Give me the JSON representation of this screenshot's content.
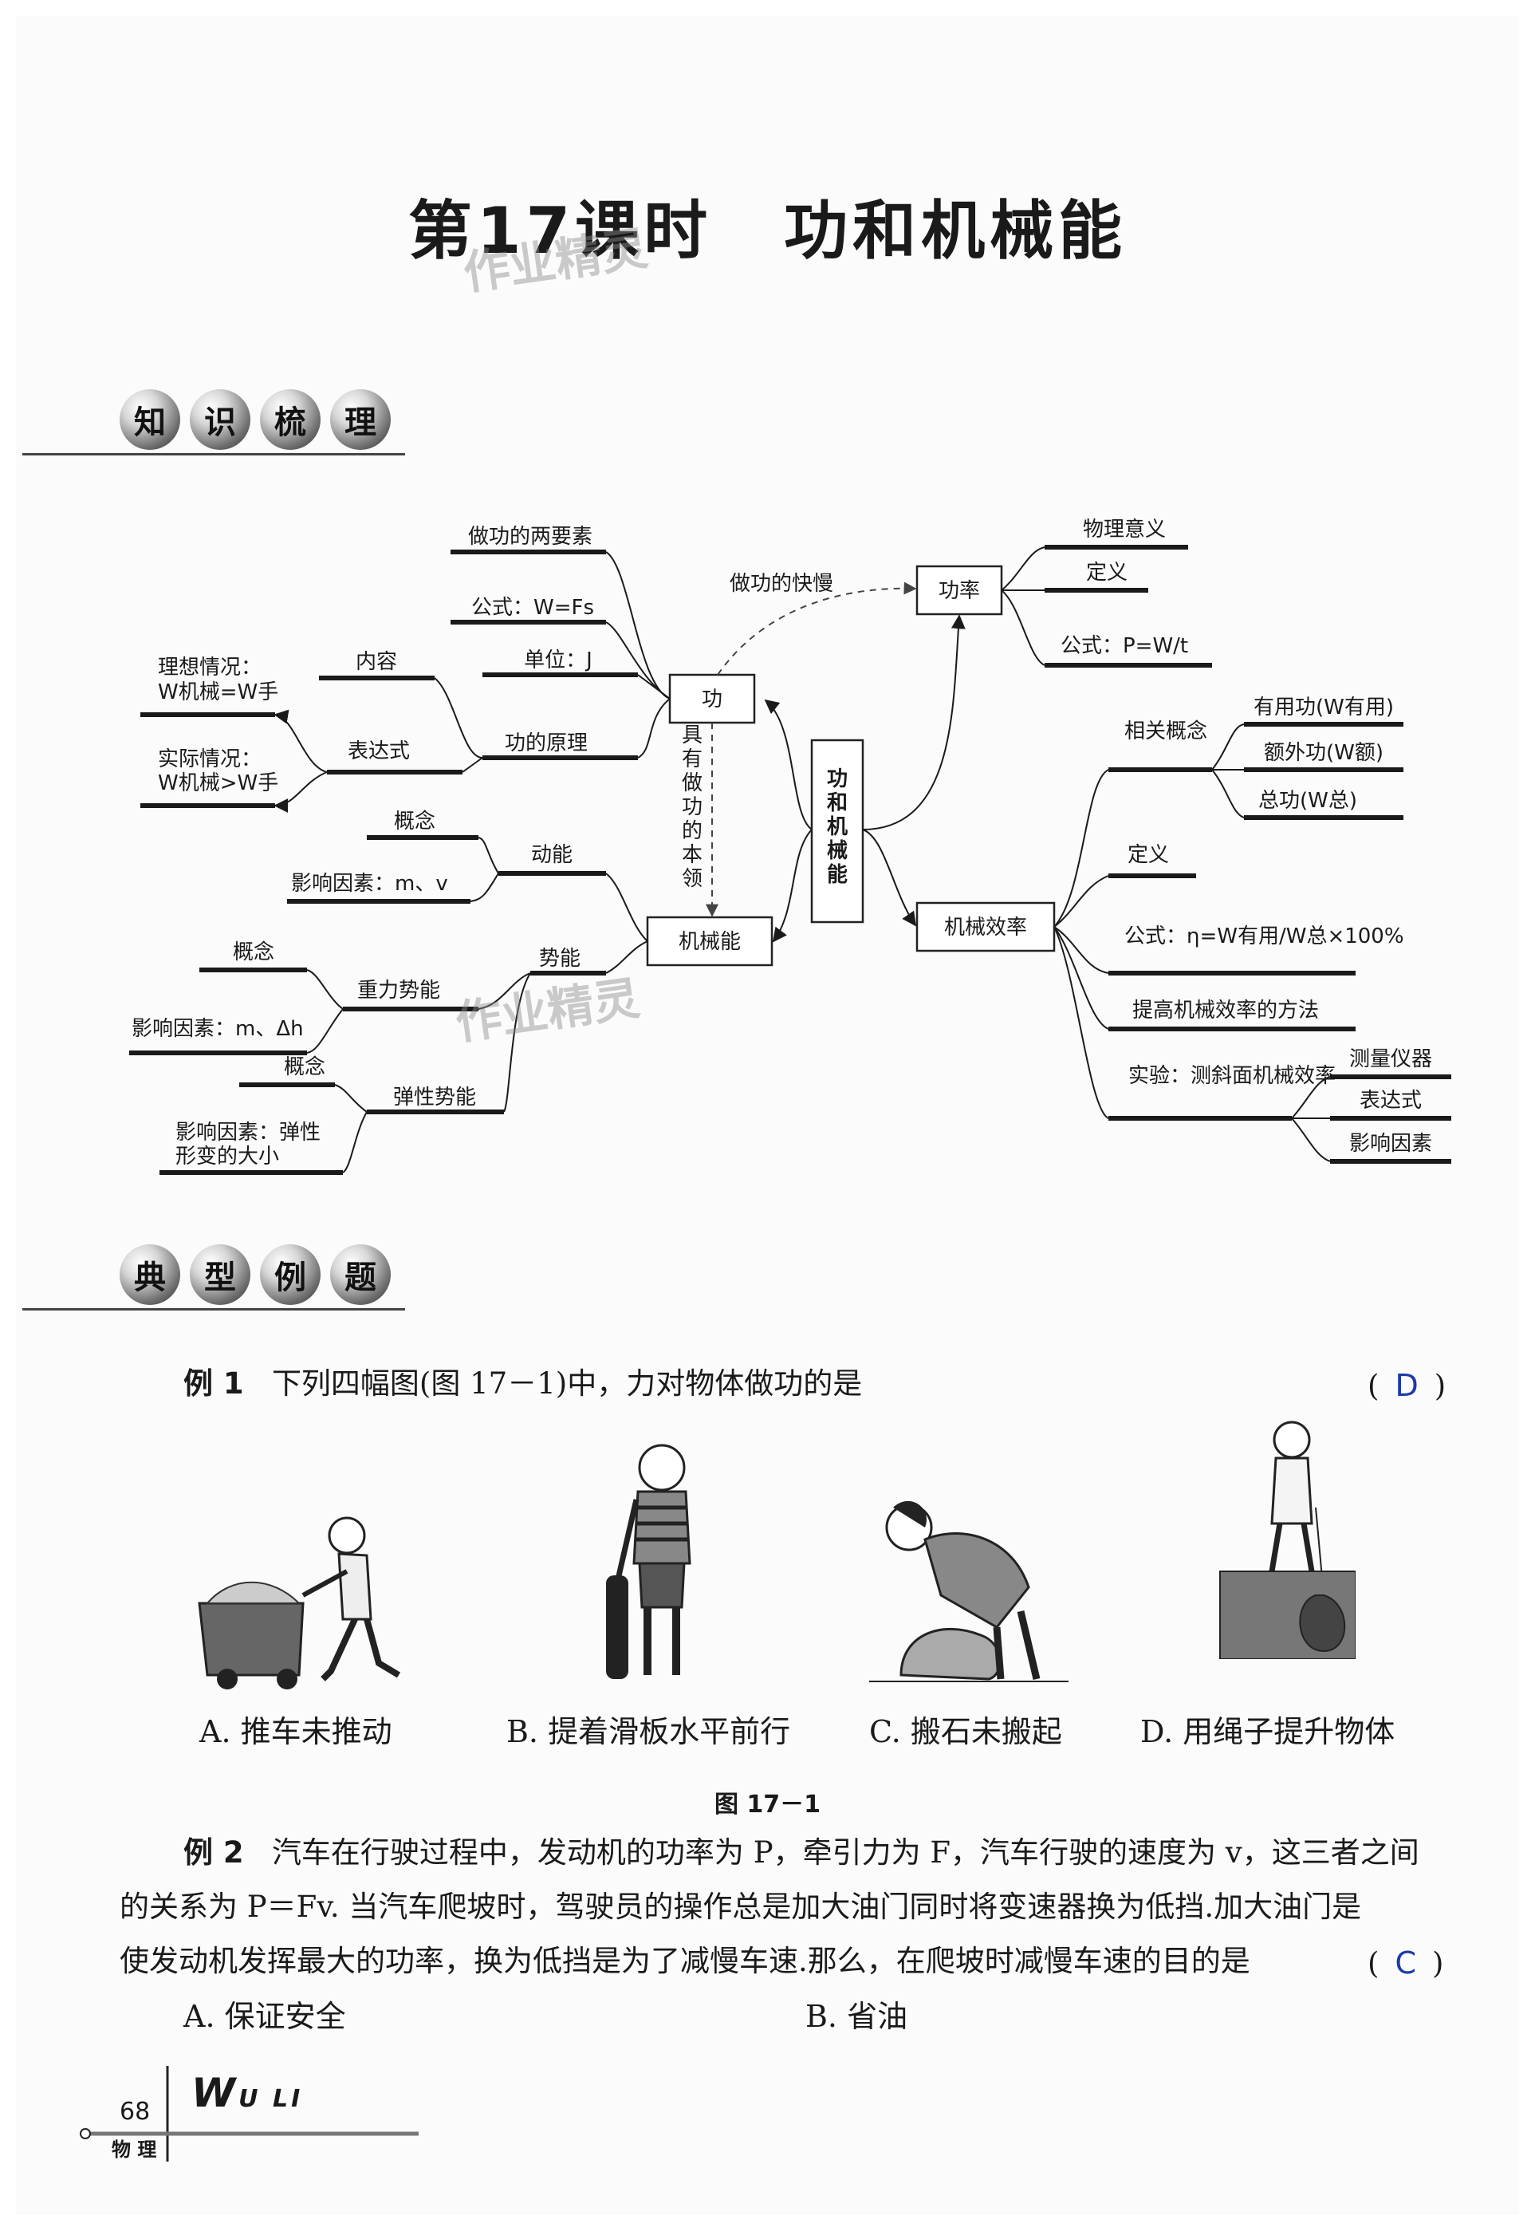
{
  "title": {
    "part1": "第17课时",
    "part2": "功和机械能"
  },
  "section1": [
    "知",
    "识",
    "梳",
    "理"
  ],
  "section2": [
    "典",
    "型",
    "例",
    "题"
  ],
  "watermark": "作业精灵",
  "map": {
    "center": "功和机械能",
    "work": "功",
    "power": "功率",
    "efficiency": "机械效率",
    "energy": "机械能",
    "arrow_speed": "做功的快慢",
    "ability": "具有做功的本领",
    "work_items": [
      "做功的两要素",
      "公式：W=Fs",
      "单位：J",
      "功的原理"
    ],
    "work_principle": {
      "content": "内容",
      "expression": "表达式",
      "ideal": "理想情况：",
      "ideal_eq": "W机械=W手",
      "actual": "实际情况：",
      "actual_eq": "W机械>W手"
    },
    "power_items": [
      "物理意义",
      "定义",
      "公式：P=W/t"
    ],
    "eff_concepts": "相关概念",
    "eff_concept_items": [
      "有用功(W有用)",
      "额外功(W额)",
      "总功(W总)"
    ],
    "eff_items": [
      "定义",
      "公式：η=W有用/W总×100%",
      "提高机械效率的方法"
    ],
    "eff_exp": "实验：测斜面机械效率",
    "eff_exp_items": [
      "测量仪器",
      "表达式",
      "影响因素"
    ],
    "kinetic": "动能",
    "kinetic_items": [
      "概念",
      "影响因素：m、v"
    ],
    "potential": "势能",
    "gravity": "重力势能",
    "gravity_items": [
      "概念",
      "影响因素：m、Δh"
    ],
    "elastic": "弹性势能",
    "elastic_items": [
      "概念",
      "影响因素：弹性形变的大小"
    ]
  },
  "ex1": {
    "label": "例 1",
    "text": "下列四幅图(图 17－1)中，力对物体做功的是",
    "answer": "D",
    "options": [
      "A. 推车未推动",
      "B. 提着滑板水平前行",
      "C. 搬石未搬起",
      "D. 用绳子提升物体"
    ],
    "caption": "图 17－1"
  },
  "ex2": {
    "label": "例 2",
    "line1": "汽车在行驶过程中，发动机的功率为 P，牵引力为 F，汽车行驶的速度为 v，这三者之间",
    "line2": "的关系为 P＝Fv. 当汽车爬坡时，驾驶员的操作总是加大油门同时将变速器换为低挡.加大油门是",
    "line3": "使发动机发挥最大的功率，换为低挡是为了减慢车速.那么，在爬坡时减慢车速的目的是",
    "answer": "C",
    "options": [
      "A. 保证安全",
      "B. 省油"
    ]
  },
  "footer": {
    "page": "68",
    "subject": "物 理",
    "brand": "W",
    "brand_rest": "U LI"
  }
}
